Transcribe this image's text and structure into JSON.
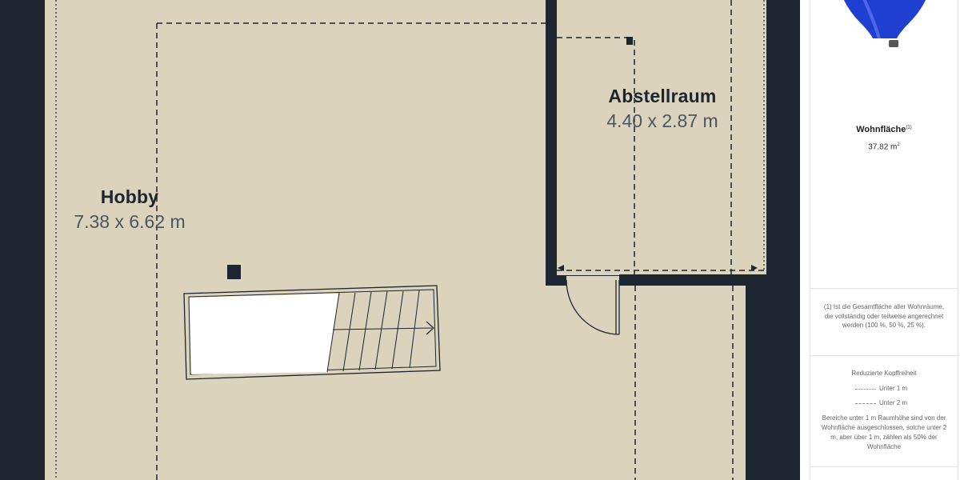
{
  "rooms": {
    "hobby": {
      "name": "Hobby",
      "dimensions": "7.38 x 6.62 m"
    },
    "storage": {
      "name": "Abstellraum",
      "dimensions": "4.40 x 2.87 m"
    }
  },
  "legend": {
    "area_title": "Wohnfläche",
    "area_note_marker": "(1)",
    "area_value": "37.82 m",
    "area_unit_sup": "2",
    "footnote": "(1) Ist die Gesamtfläche aller Wohnräume, die vollständig oder teilweise angerechnet werden (100 %, 50 %, 25 %).",
    "headroom_title": "Reduzierte Kopffreiheit",
    "under_1m": "Unter 1 m",
    "under_2m": "Unter 2 m",
    "headroom_note": "Bereiche unter 1 m Raumhöhe sind von der Wohnfläche ausgeschlossen, solche unter 2 m, aber über 1 m, zählen als 50% der Wohnfläche"
  },
  "colors": {
    "wall": "#1d2531",
    "floor": "#dcd3bd",
    "stair_void": "#ffffff",
    "logo_blue": "#1f3fd0"
  },
  "icons": {
    "logo": "hot-air-balloon-icon",
    "stair_direction": "arrow-right-icon"
  }
}
